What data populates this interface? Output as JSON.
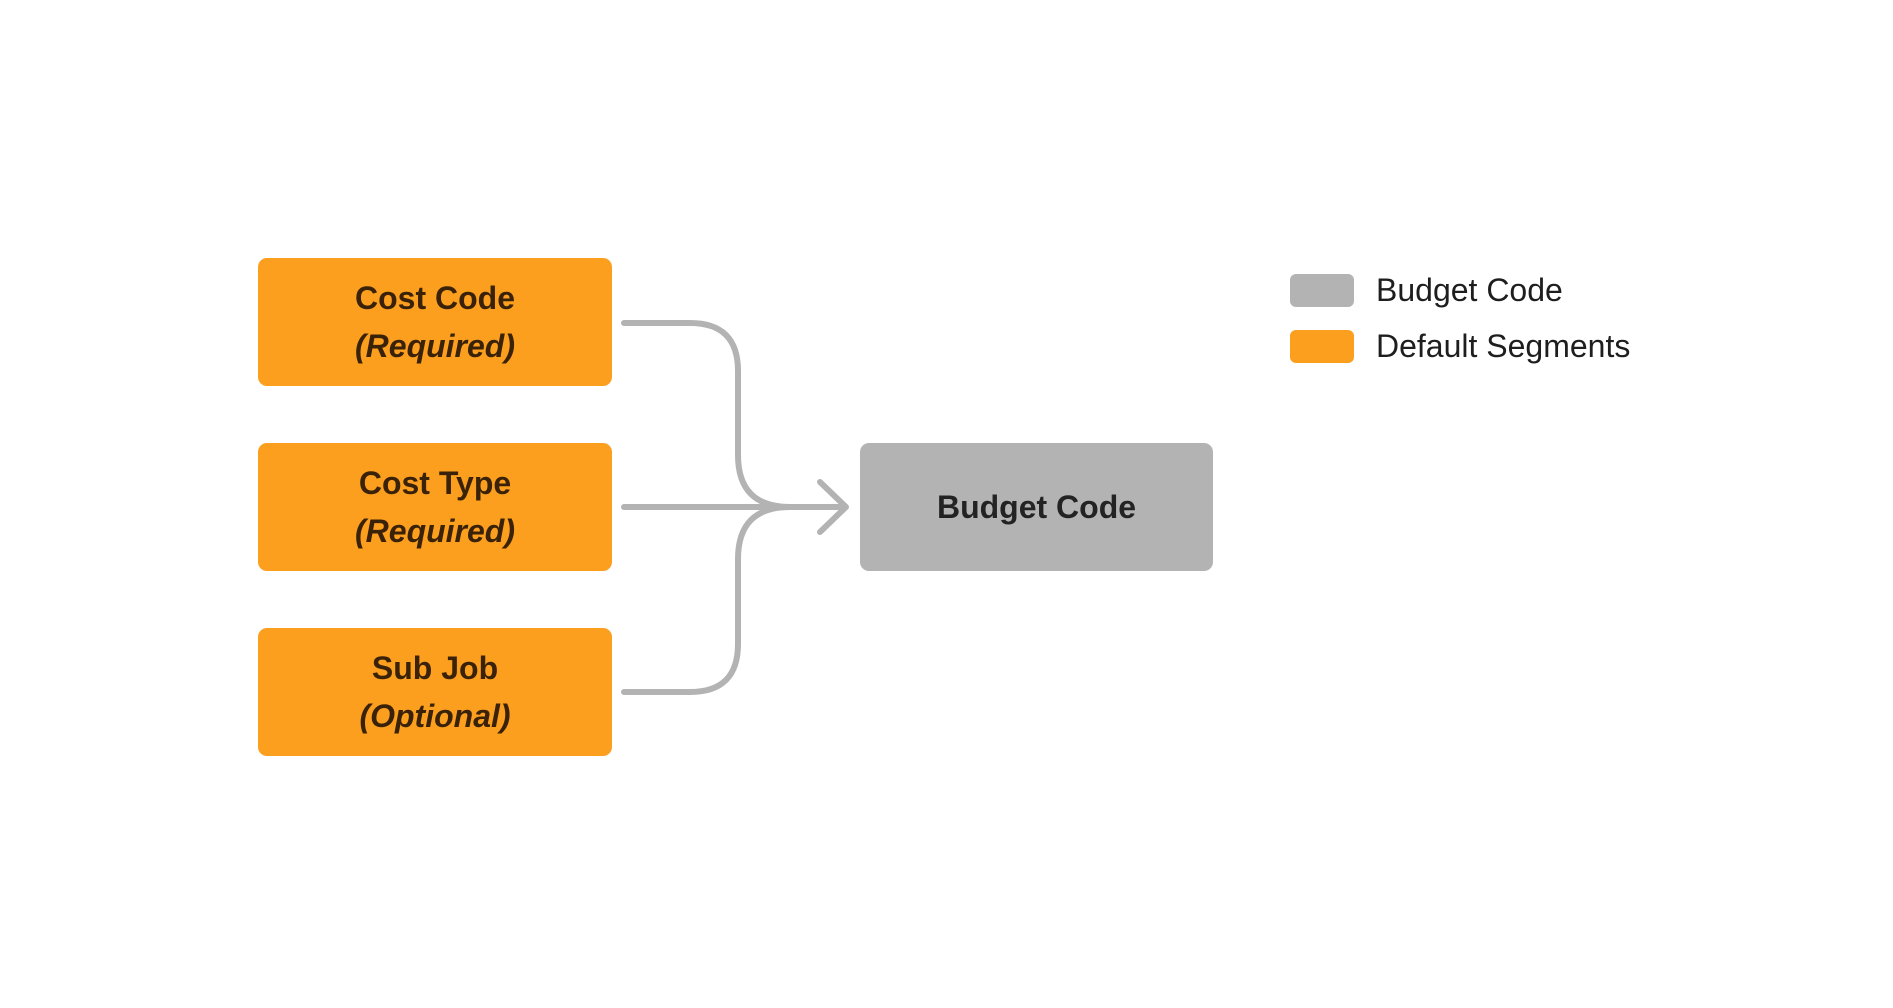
{
  "colors": {
    "segment_fill": "#FD9F1E",
    "segment_text": "#3A2208",
    "target_fill": "#B3B3B3",
    "target_text": "#232323",
    "connector": "#B3B3B3"
  },
  "segments": [
    {
      "name": "Cost Code",
      "requirement": "(Required)"
    },
    {
      "name": "Cost Type",
      "requirement": "(Required)"
    },
    {
      "name": "Sub Job",
      "requirement": "(Optional)"
    }
  ],
  "target": {
    "label": "Budget Code"
  },
  "legend": {
    "items": [
      {
        "label": "Budget Code",
        "color": "#B3B3B3"
      },
      {
        "label": "Default Segments",
        "color": "#FD9F1E"
      }
    ]
  }
}
